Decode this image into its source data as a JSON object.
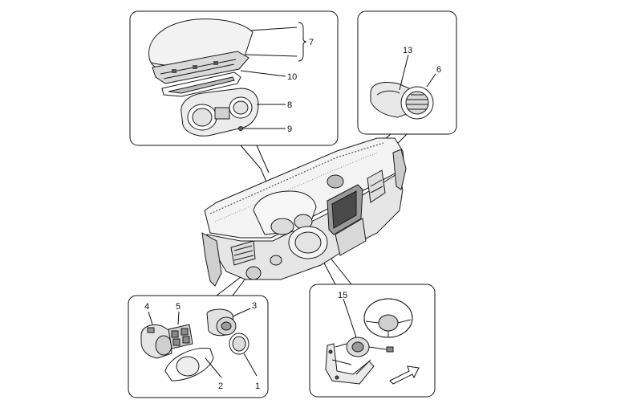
{
  "callouts": {
    "p1": "1",
    "p2": "2",
    "p3": "3",
    "p4": "4",
    "p5": "5",
    "p6": "6",
    "p7": "7",
    "p8": "8",
    "p9": "9",
    "p10": "10",
    "p13": "13",
    "p15": "15"
  }
}
